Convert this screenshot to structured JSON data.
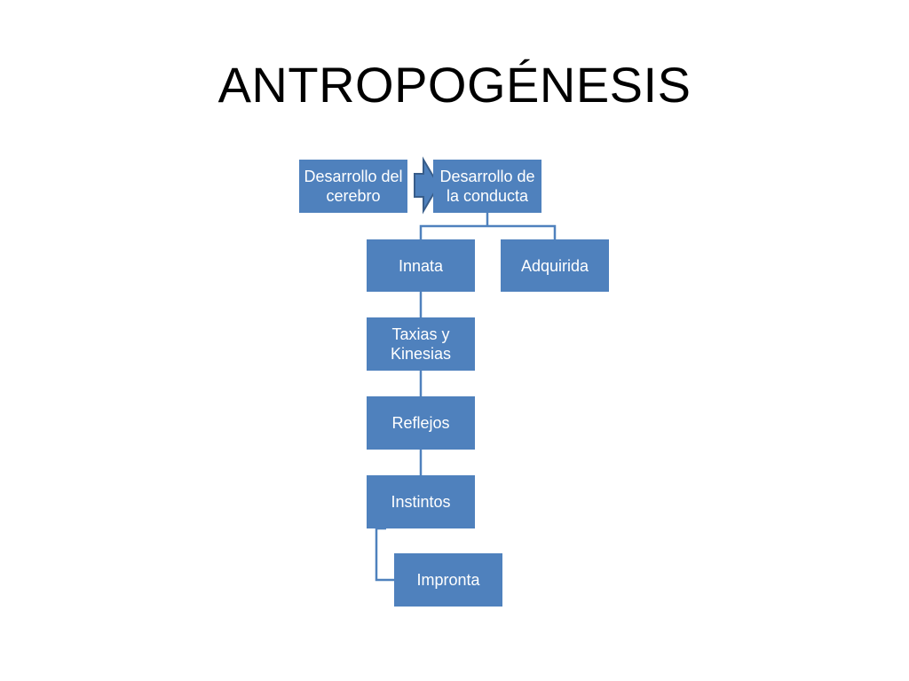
{
  "slide": {
    "title": "ANTROPOGÉNESIS"
  },
  "diagram": {
    "top_row": {
      "left_box": "Desarrollo del cerebro",
      "right_box": "Desarrollo de la conducta"
    },
    "branches": {
      "innata": "Innata",
      "adquirida": "Adquirida"
    },
    "innata_chain": {
      "taxias": "Taxias y Kinesias",
      "reflejos": "Reflejos",
      "instintos": "Instintos",
      "impronta": "Impronta"
    }
  },
  "colors": {
    "box_fill": "#4f81bd",
    "connector": "#4f81bd",
    "arrow_fill": "#4f81bd",
    "arrow_outline": "#385d8a",
    "text_on_box": "#ffffff",
    "title_text": "#000000"
  }
}
